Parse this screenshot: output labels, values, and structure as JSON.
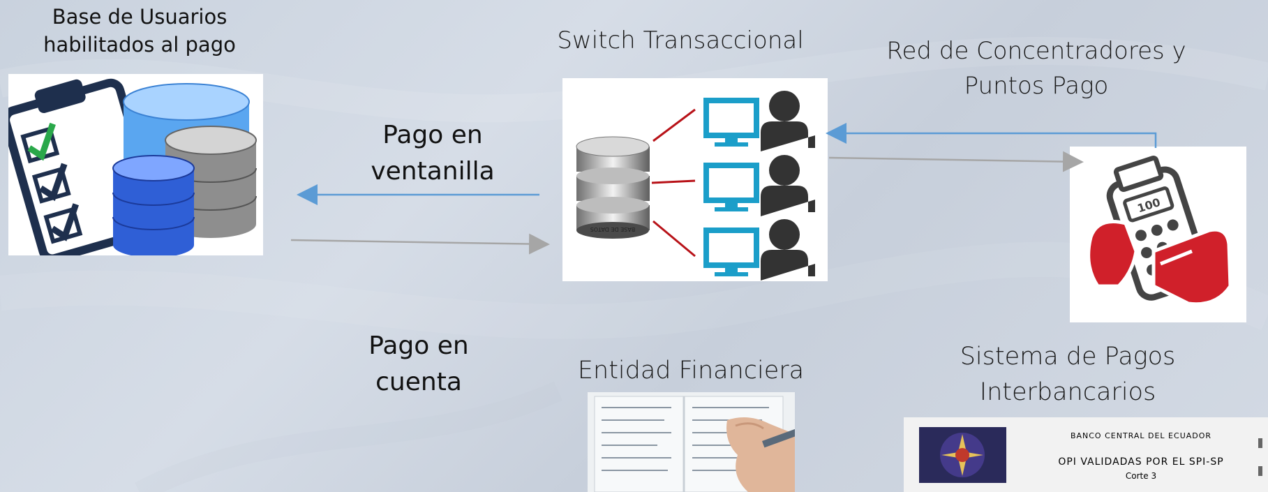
{
  "labels": {
    "base_usuarios_line1": "Base de Usuarios",
    "base_usuarios_line2": "habilitados al pago",
    "switch": "Switch Transaccional",
    "red_line1": "Red de Concentradores y",
    "red_line2": "Puntos Pago",
    "pago_ventanilla_line1": "Pago en",
    "pago_ventanilla_line2": "ventanilla",
    "pago_cuenta_line1": "Pago en",
    "pago_cuenta_line2": "cuenta",
    "entidad": "Entidad Financiera",
    "sistema_line1": "Sistema de Pagos",
    "sistema_line2": "Interbancarios"
  },
  "db_image_text": "BASE DE DATOS",
  "pos_amount": "100",
  "spi_doc": {
    "header": "BANCO CENTRAL DEL ECUADOR",
    "title": "OPI VALIDADAS POR EL SPI-SP",
    "subtitle": "Corte 3"
  },
  "colors": {
    "arrow_blue": "#5b9bd5",
    "arrow_gray": "#a6a6a6",
    "monitor_teal": "#1b9ec9",
    "pos_red": "#d0202a"
  }
}
